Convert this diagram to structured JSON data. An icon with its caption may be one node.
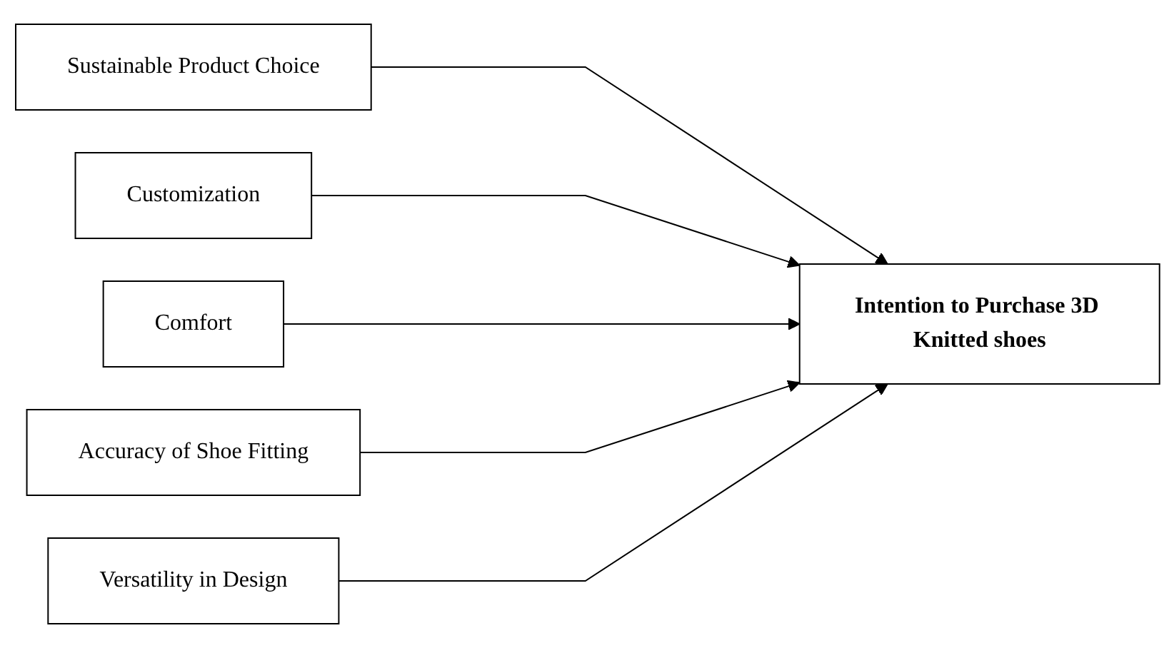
{
  "diagram": {
    "nodes": [
      {
        "text": [
          "Sustainable Product Choice"
        ]
      },
      {
        "text": [
          "Customization"
        ]
      },
      {
        "text": [
          "Comfort"
        ]
      },
      {
        "text": [
          "Accuracy of Shoe Fitting"
        ]
      },
      {
        "text": [
          "Versatility in Design"
        ]
      },
      {
        "text": [
          "Intention to Purchase 3D Knitted shoes"
        ]
      }
    ],
    "edges": [
      {
        "from": 0,
        "to": 5,
        "arrow": "to"
      },
      {
        "from": 1,
        "to": 5,
        "arrow": "to"
      },
      {
        "from": 2,
        "to": 5,
        "arrow": "to"
      },
      {
        "from": 3,
        "to": 5,
        "arrow": "to"
      },
      {
        "from": 4,
        "to": 5,
        "arrow": "to"
      }
    ]
  }
}
